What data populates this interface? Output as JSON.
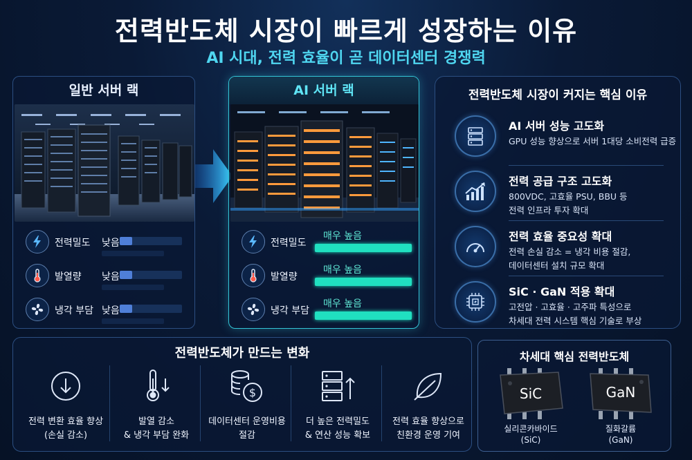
{
  "header": {
    "title": "전력반도체 시장이 빠르게 성장하는 이유",
    "subtitle": "AI 시대, 전력 효율이 곧 데이터센터 경쟁력"
  },
  "general_rack": {
    "title": "일반 서버 랙",
    "metrics": [
      {
        "label": "전력밀도",
        "value": "낮음",
        "level": 0.2,
        "icon": "lightning-icon"
      },
      {
        "label": "발열량",
        "value": "낮음",
        "level": 0.2,
        "icon": "thermometer-icon"
      },
      {
        "label": "냉각 부담",
        "value": "낮음",
        "level": 0.2,
        "icon": "fan-icon"
      }
    ]
  },
  "ai_rack": {
    "title": "AI 서버 랙",
    "metrics": [
      {
        "label": "전력밀도",
        "value": "매우 높음",
        "level": 1.0,
        "icon": "lightning-icon"
      },
      {
        "label": "발열량",
        "value": "매우 높음",
        "level": 1.0,
        "icon": "thermometer-icon"
      },
      {
        "label": "냉각 부담",
        "value": "매우 높음",
        "level": 1.0,
        "icon": "fan-icon"
      }
    ]
  },
  "reasons": {
    "title": "전력반도체 시장이 커지는 핵심 이유",
    "items": [
      {
        "title": "AI 서버 성능 고도화",
        "desc": "GPU 성능 향상으로 서버 1대당 소비전력 급증",
        "icon": "server-icon"
      },
      {
        "title": "전력 공급 구조 고도화",
        "desc": "800VDC, 고효율 PSU, BBU 등\n전력 인프라 투자 확대",
        "icon": "growth-chart-icon"
      },
      {
        "title": "전력 효율 중요성 확대",
        "desc": "전력 손실 감소 = 냉각 비용 절감,\n데이터센터 설치 규모 확대",
        "icon": "gauge-icon"
      },
      {
        "title": "SiC · GaN 적용 확대",
        "desc": "고전압 · 고효율 · 고주파 특성으로\n차세대 전력 시스템 핵심 기술로 부상",
        "icon": "chip-icon"
      }
    ]
  },
  "changes": {
    "title": "전력반도체가 만드는 변화",
    "items": [
      {
        "text": "전력 변환 효율 향상\n(손실 감소)",
        "icon": "down-arrow-circle-icon"
      },
      {
        "text": "발열 감소\n& 냉각 부담 완화",
        "icon": "thermometer-down-icon"
      },
      {
        "text": "데이터센터 운영비용\n절감",
        "icon": "coins-dollar-icon"
      },
      {
        "text": "더 높은 전력밀도\n& 연산 성능 확보",
        "icon": "server-up-icon"
      },
      {
        "text": "전력 효율 향상으로\n친환경 운영 기여",
        "icon": "leaf-icon"
      }
    ]
  },
  "next_gen": {
    "title": "차세대 핵심 전력반도체",
    "chips": [
      {
        "mark": "SiC",
        "label": "실리콘카바이드\n(SiC)"
      },
      {
        "mark": "GaN",
        "label": "질화갈륨\n(GaN)"
      }
    ]
  },
  "colors": {
    "accent_cyan": "#4fd6f0",
    "bar_low": "#4f7fd8",
    "bar_high": "#20e0c0",
    "ai_panel_border": "#34c6d8"
  }
}
